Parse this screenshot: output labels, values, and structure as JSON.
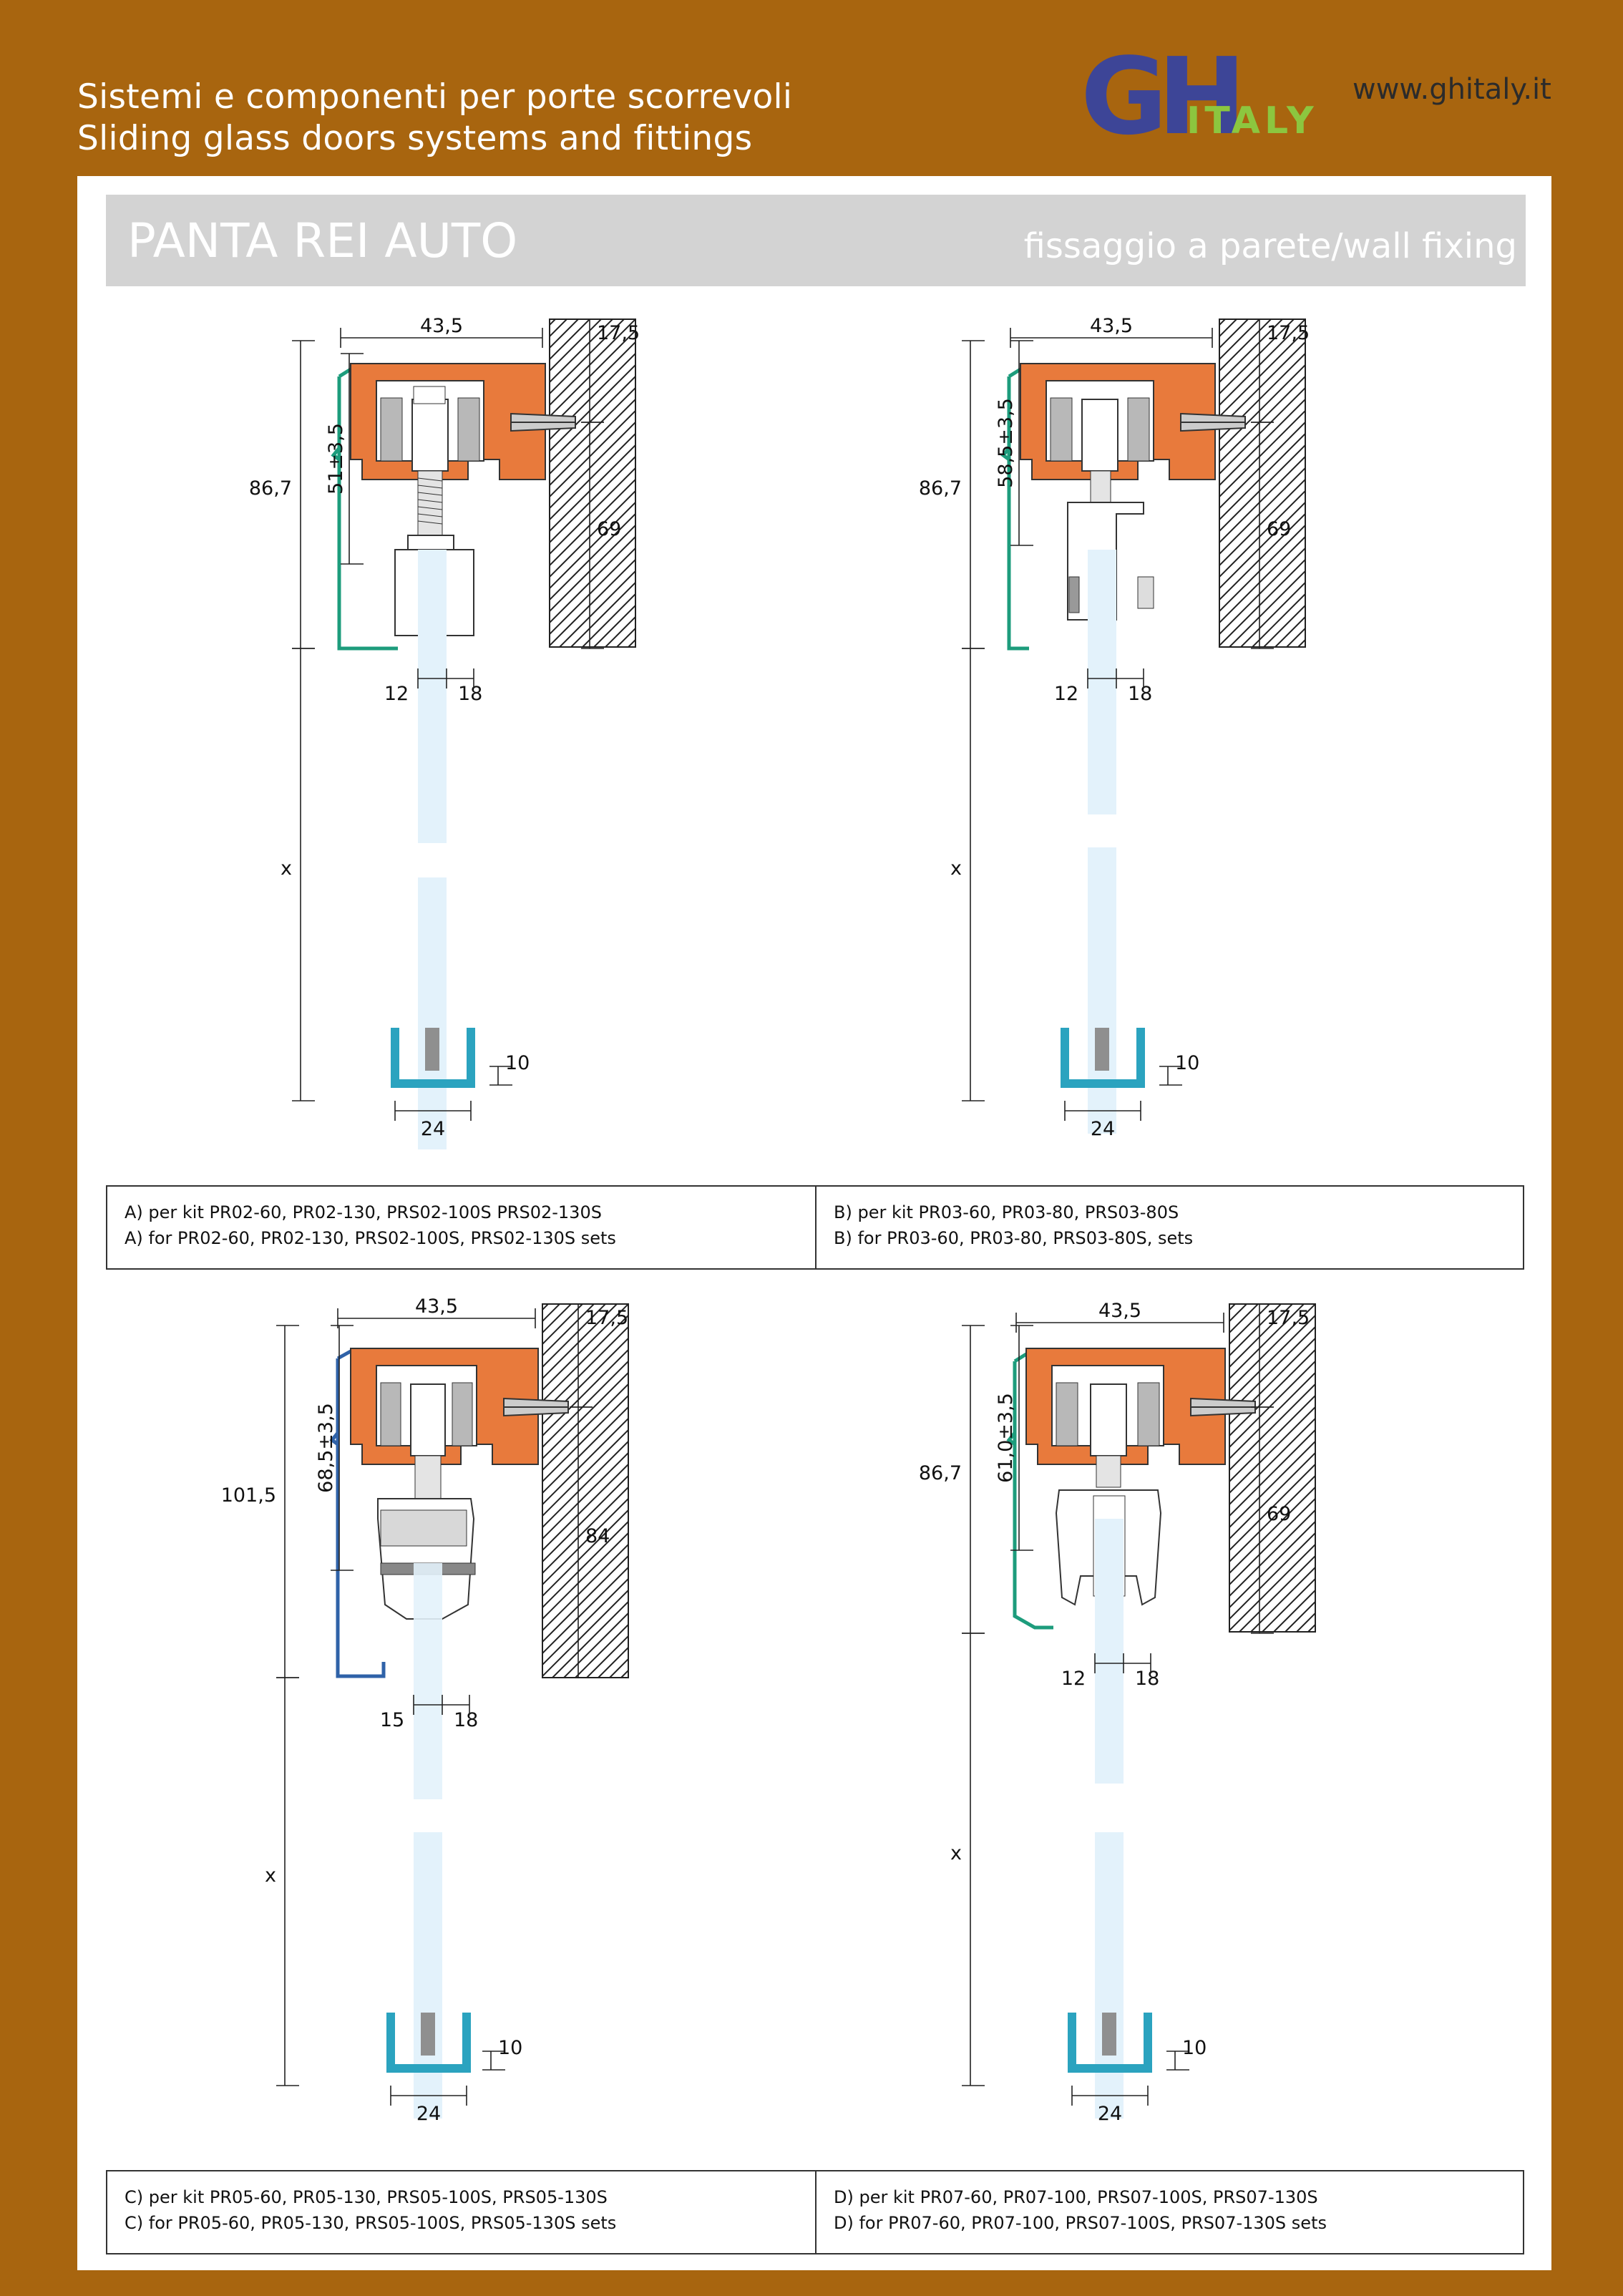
{
  "header": {
    "line1": "Sistemi e componenti per porte scorrevoli",
    "line2": "Sliding glass doors systems and fittings",
    "website": "www.ghitaly.it",
    "logo": {
      "letters": "GH",
      "word": "ITALY",
      "colors": {
        "gh": "#3d4597",
        "italy": "#8cc63f"
      }
    }
  },
  "title": {
    "main": "PANTA REI AUTO",
    "sub": "fissaggio a parete/wall fixing"
  },
  "colors": {
    "background": "#a8650f",
    "titlebar": "#d3d3d3",
    "carriage": "#e87a3c",
    "glass": "#e3f2fb",
    "channel": "#2ba3bf",
    "profile_green": "#1d9c7c",
    "profile_blue": "#2f62a8"
  },
  "drawings": [
    {
      "id": "A",
      "width_top": "43,5",
      "screw_offset": "17,5",
      "profile_height": "86,7",
      "adjust": "51±3,5",
      "wall_height": "69",
      "glass_left": "12",
      "glass_right": "18",
      "gap": "x",
      "floor_depth": "10",
      "floor_width": "24"
    },
    {
      "id": "B",
      "width_top": "43,5",
      "screw_offset": "17,5",
      "profile_height": "86,7",
      "adjust": "58,5±3,5",
      "wall_height": "69",
      "glass_left": "12",
      "glass_right": "18",
      "gap": "x",
      "floor_depth": "10",
      "floor_width": "24"
    },
    {
      "id": "C",
      "width_top": "43,5",
      "screw_offset": "17,5",
      "profile_height": "101,5",
      "adjust": "68,5±3,5",
      "wall_height": "84",
      "glass_left": "15",
      "glass_right": "18",
      "gap": "x",
      "floor_depth": "10",
      "floor_width": "24"
    },
    {
      "id": "D",
      "width_top": "43,5",
      "screw_offset": "17,5",
      "profile_height": "86,7",
      "adjust": "61,0±3,5",
      "wall_height": "69",
      "glass_left": "12",
      "glass_right": "18",
      "gap": "x",
      "floor_depth": "10",
      "floor_width": "24"
    }
  ],
  "captions": {
    "a": {
      "it": "A) per kit PR02-60, PR02-130, PRS02-100S PRS02-130S",
      "en": "A) for PR02-60, PR02-130, PRS02-100S, PRS02-130S sets"
    },
    "b": {
      "it": "B) per kit PR03-60, PR03-80, PRS03-80S",
      "en": "B) for PR03-60, PR03-80, PRS03-80S, sets"
    },
    "c": {
      "it": "C) per kit PR05-60, PR05-130, PRS05-100S, PRS05-130S",
      "en": "C) for PR05-60, PR05-130, PRS05-100S, PRS05-130S sets"
    },
    "d": {
      "it": "D) per kit PR07-60, PR07-100, PRS07-100S, PRS07-130S",
      "en": "D) for PR07-60, PR07-100, PRS07-100S, PRS07-130S sets"
    }
  }
}
